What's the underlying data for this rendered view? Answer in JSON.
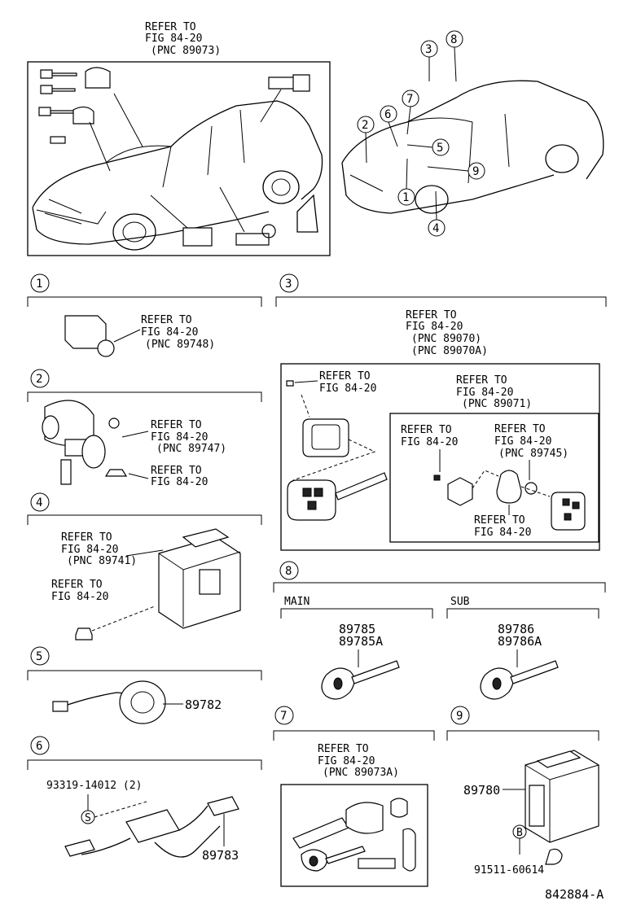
{
  "overview": {
    "refer_lines": [
      "REFER TO",
      "FIG 84-20",
      "(PNC 89073)"
    ]
  },
  "location_callouts": [
    "3",
    "8",
    "6",
    "7",
    "2",
    "5",
    "9",
    "1",
    "4"
  ],
  "sections": {
    "s1": {
      "number": "1",
      "refer_lines": [
        "REFER TO",
        "FIG 84-20",
        "(PNC 89748)"
      ]
    },
    "s2": {
      "number": "2",
      "refer_a": [
        "REFER TO",
        "FIG 84-20",
        "(PNC 89747)"
      ],
      "refer_b": [
        "REFER TO",
        "FIG 84-20"
      ]
    },
    "s3": {
      "number": "3",
      "refer_main": [
        "REFER TO",
        "FIG 84-20",
        "(PNC 89070)",
        "(PNC 89070A)"
      ],
      "refer_left": [
        "REFER TO",
        "FIG 84-20"
      ],
      "refer_box": [
        "REFER TO",
        "FIG 84-20",
        "(PNC 89071)"
      ],
      "refer_inner_left": [
        "REFER TO",
        "FIG 84-20"
      ],
      "refer_inner_right": [
        "REFER TO",
        "FIG 84-20",
        "(PNC 89745)"
      ],
      "refer_inner_bottom": [
        "REFER TO",
        "FIG 84-20"
      ]
    },
    "s4": {
      "number": "4",
      "refer_a": [
        "REFER TO",
        "FIG 84-20",
        "(PNC 89741)"
      ],
      "refer_b": [
        "REFER TO",
        "FIG 84-20"
      ]
    },
    "s5": {
      "number": "5",
      "part": "89782"
    },
    "s6": {
      "number": "6",
      "part_a": "93319-14012 (2)",
      "part_b": "89783",
      "callout": "S"
    },
    "s7": {
      "number": "7",
      "refer_lines": [
        "REFER TO",
        "FIG 84-20",
        "(PNC 89073A)"
      ]
    },
    "s8": {
      "number": "8",
      "main_label": "MAIN",
      "sub_label": "SUB",
      "main_parts": [
        "89785",
        "89785A"
      ],
      "sub_parts": [
        "89786",
        "89786A"
      ]
    },
    "s9": {
      "number": "9",
      "part_a": "89780",
      "part_b": "91511-60614",
      "callout": "B"
    }
  },
  "figure_id": "842884-A"
}
